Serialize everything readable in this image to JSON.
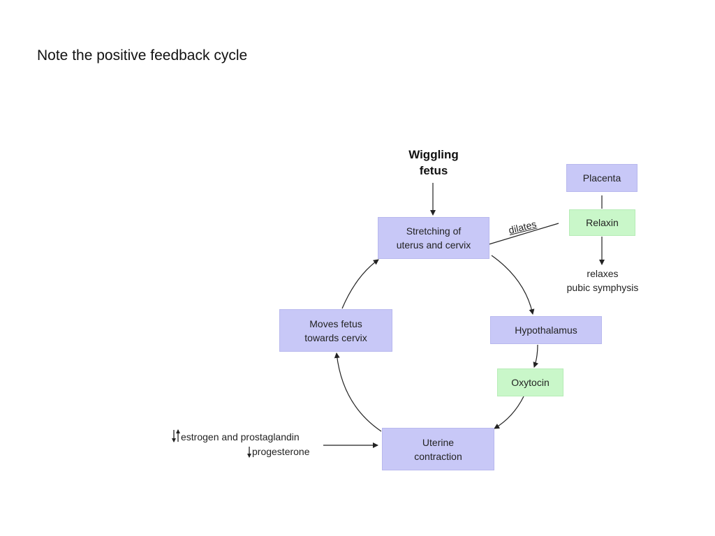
{
  "slide": {
    "title": "Note the positive feedback cycle"
  },
  "diagram": {
    "wiggling_fetus": "Wiggling\nfetus",
    "stretching": "Stretching of\nuterus and cervix",
    "hypothalamus": "Hypothalamus",
    "oxytocin": "Oxytocin",
    "uterine_contraction": "Uterine\ncontraction",
    "moves_fetus": "Moves fetus\ntowards cervix",
    "placenta": "Placenta",
    "relaxin": "Relaxin",
    "relaxes": "relaxes\npubic symphysis",
    "dilates": "dilates",
    "hormones_line1": "estrogen and prostaglandin",
    "hormones_line2": "progesterone",
    "colors": {
      "purple_box": "#c8c8f7",
      "green_box": "#c9f7c9",
      "arrow": "#222222"
    }
  }
}
